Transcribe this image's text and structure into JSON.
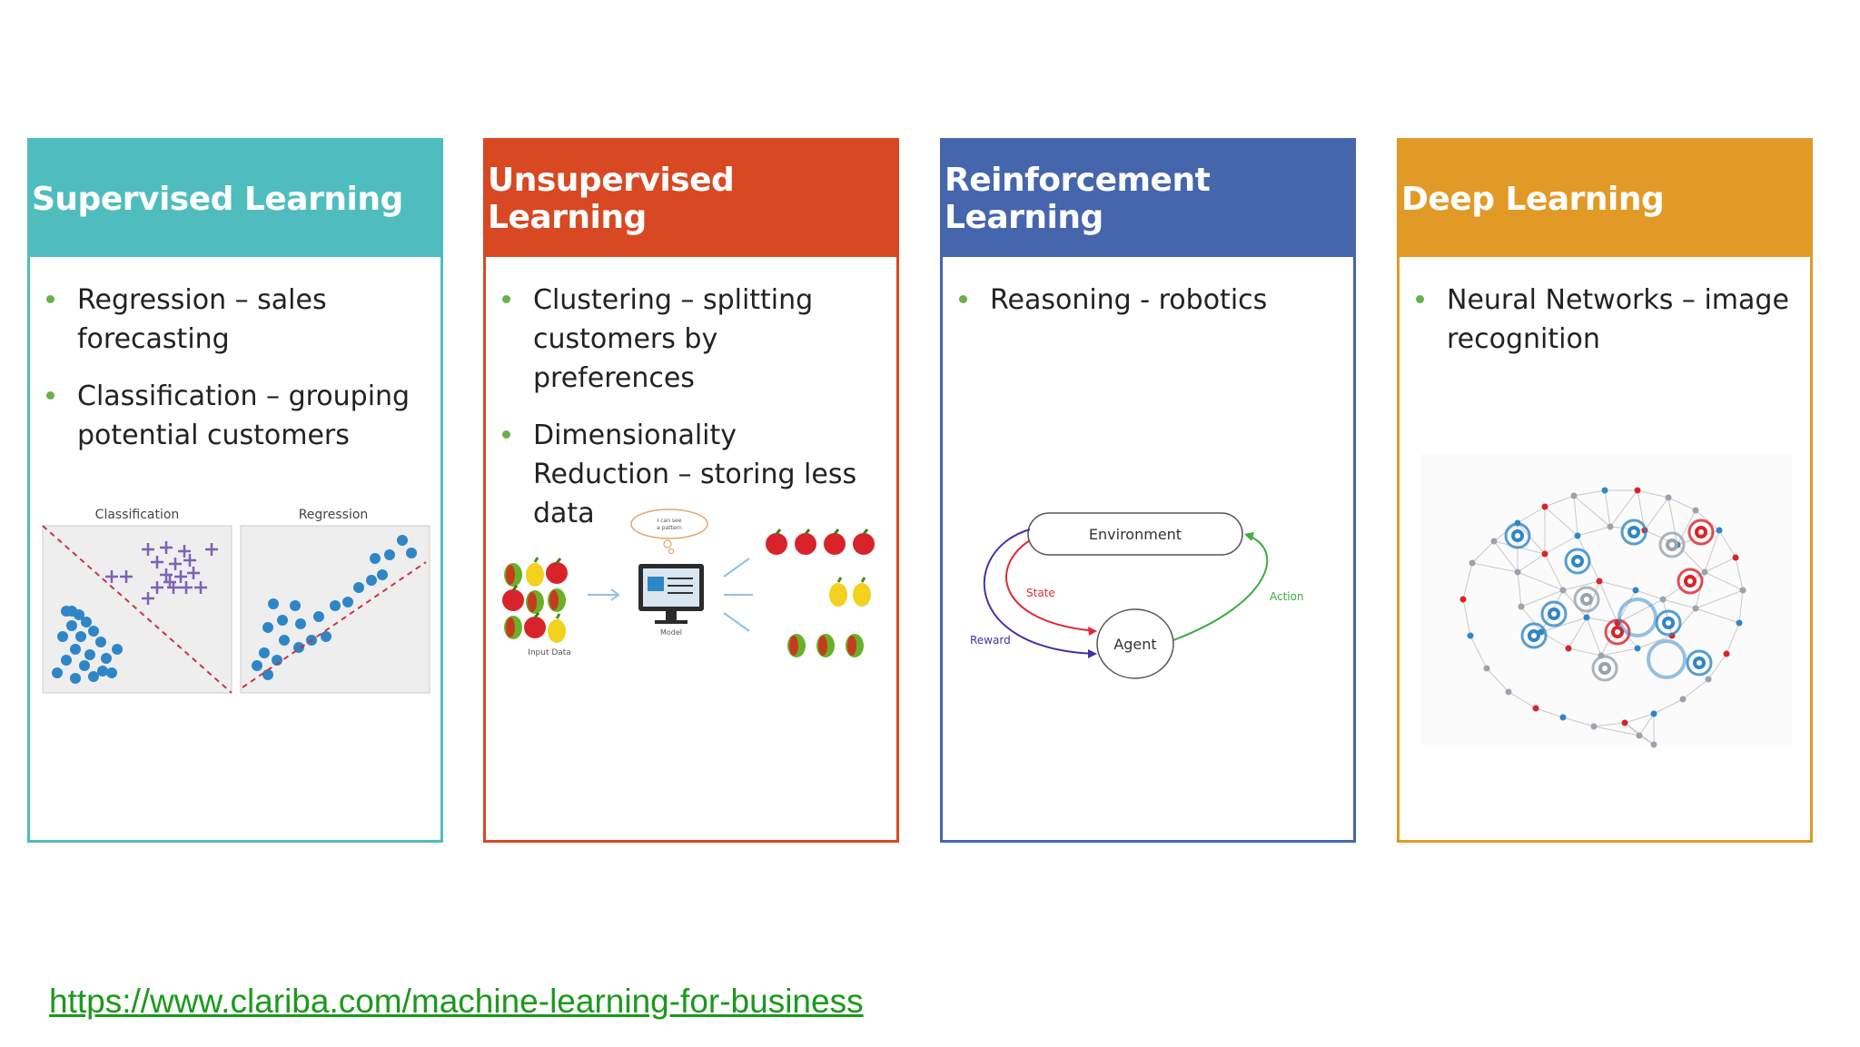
{
  "colors": {
    "supervised": "#4fbdbe",
    "unsupervised": "#d84822",
    "reinforcement": "#4566ad",
    "deep": "#e19a26",
    "bullet": "#6ab04c",
    "link": "#1a9a1a",
    "point_blue": "#2f86c6",
    "cross_purple": "#7b62b5",
    "divider_red": "#cc3344",
    "state_red": "#e0283a",
    "reward_purple": "#4a2fa6",
    "action_green": "#3fae3f"
  },
  "cards": [
    {
      "title": "Supervised Learning",
      "bullets": [
        "Regression – sales forecasting",
        "Classification – grouping potential customers"
      ],
      "illustration": {
        "panel_titles": [
          "Classification",
          "Regression"
        ]
      }
    },
    {
      "title": "Unsupervised Learning",
      "bullets": [
        "Clustering – splitting customers by preferences",
        "Dimensionality Reduction – storing less data"
      ],
      "illustration": {
        "bubble_text": [
          "I can see",
          "a pattern"
        ],
        "input_label": "Input Data",
        "model_label": "Model"
      }
    },
    {
      "title": "Reinforcement Learning",
      "bullets": [
        "Reasoning - robotics"
      ],
      "illustration": {
        "environment": "Environment",
        "agent": "Agent",
        "state": "State",
        "reward": "Reward",
        "action": "Action"
      }
    },
    {
      "title": "Deep Learning",
      "bullets": [
        "Neural Networks – image recognition"
      ],
      "illustration": {
        "icon": "brain-network-icon"
      }
    }
  ],
  "source_link": "https://www.clariba.com/machine-learning-for-business"
}
